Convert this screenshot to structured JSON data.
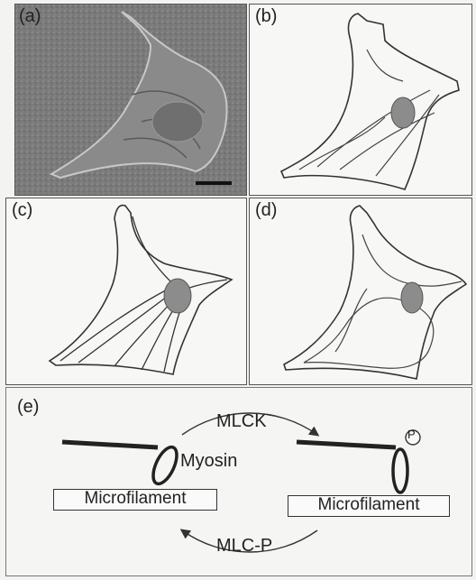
{
  "figure": {
    "panels": {
      "a": {
        "label": "(a)"
      },
      "b": {
        "label": "(b)"
      },
      "c": {
        "label": "(c)"
      },
      "d": {
        "label": "(d)"
      },
      "e": {
        "label": "(e)"
      }
    },
    "schematic": {
      "myosin_label": "Myosin",
      "microfilament_left": "Microfilament",
      "microfilament_right": "Microfilament",
      "top_arrow_label": "MLCK",
      "bottom_arrow_label": "MLC-P",
      "phospho_label": "P"
    }
  },
  "colors": {
    "micrograph_bg": "#7d7d7d",
    "nucleus": "#8c8c8c",
    "line": "#333333"
  }
}
